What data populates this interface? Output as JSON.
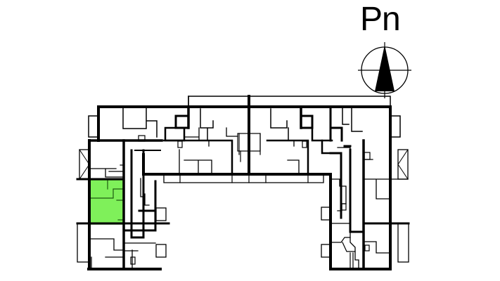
{
  "compass": {
    "label": "Pn",
    "icon": "north-arrow-icon"
  },
  "floor_plan": {
    "building": "residential building floor plan",
    "highlighted_unit": {
      "position": "west wing, middle-left apartment",
      "color": "#7ff05a",
      "outline_color": "#2e7d1a"
    },
    "colors": {
      "walls": "#000000",
      "background": "#ffffff",
      "highlight": "#7ff05a"
    }
  }
}
